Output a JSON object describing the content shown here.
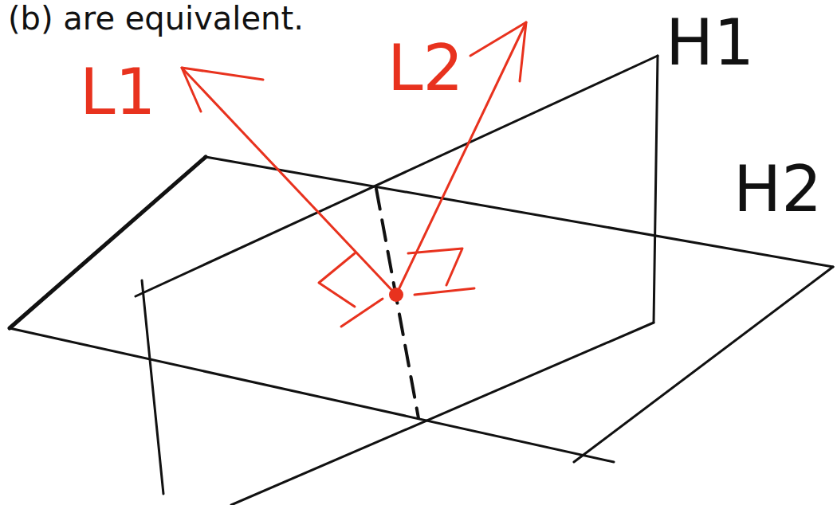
{
  "diagram": {
    "labels": [
      "(b) are equivalent.",
      "L1",
      "L2",
      "H1",
      "H2"
    ]
  }
}
